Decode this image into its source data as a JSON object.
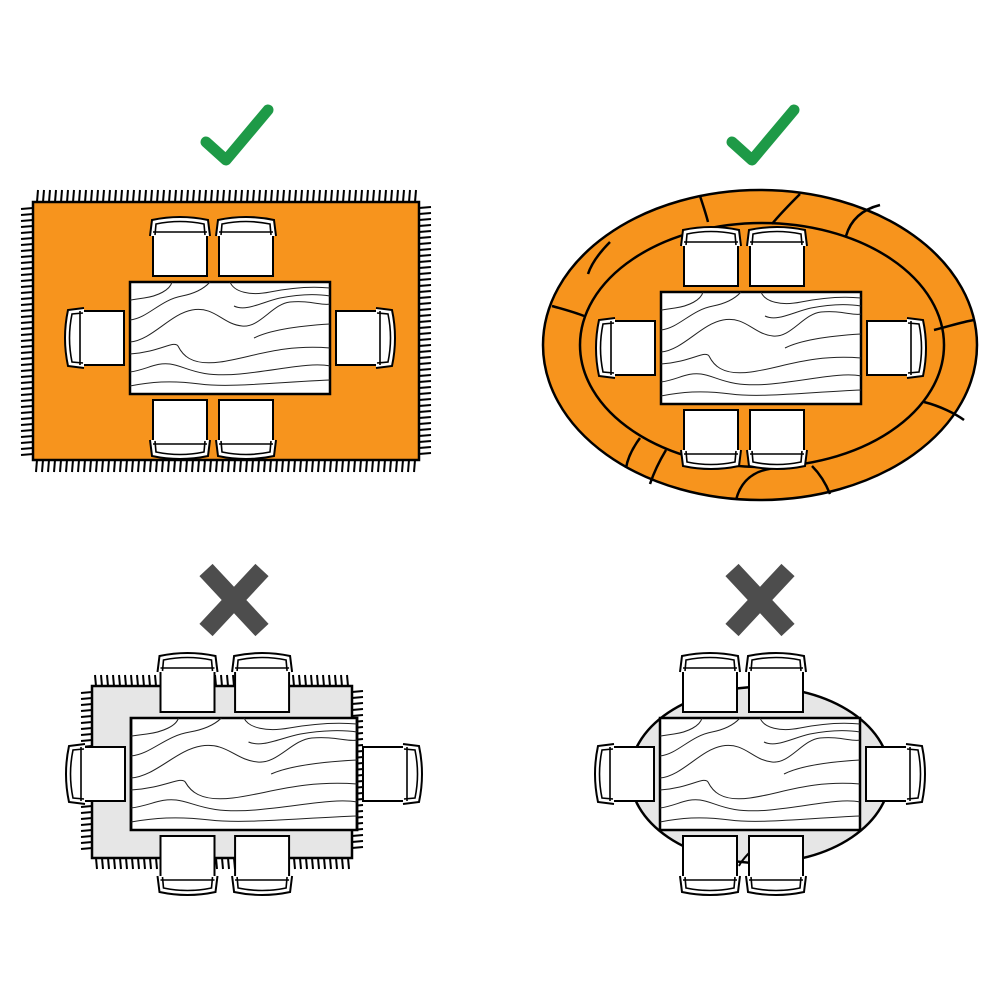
{
  "colors": {
    "correct_rug": "#F7941D",
    "incorrect_rug": "#E6E6E6",
    "check_mark": "#1E9A47",
    "x_mark": "#4D4D4D",
    "outline": "#000000",
    "furniture": "#FFFFFF"
  },
  "panels": [
    {
      "id": "rect-correct",
      "shape": "rectangle",
      "verdict": "correct",
      "mark_icon": "check-icon"
    },
    {
      "id": "oval-correct",
      "shape": "oval",
      "verdict": "correct",
      "mark_icon": "check-icon"
    },
    {
      "id": "rect-incorrect",
      "shape": "rectangle",
      "verdict": "incorrect",
      "mark_icon": "x-icon"
    },
    {
      "id": "oval-incorrect",
      "shape": "oval",
      "verdict": "incorrect",
      "mark_icon": "x-icon"
    }
  ]
}
